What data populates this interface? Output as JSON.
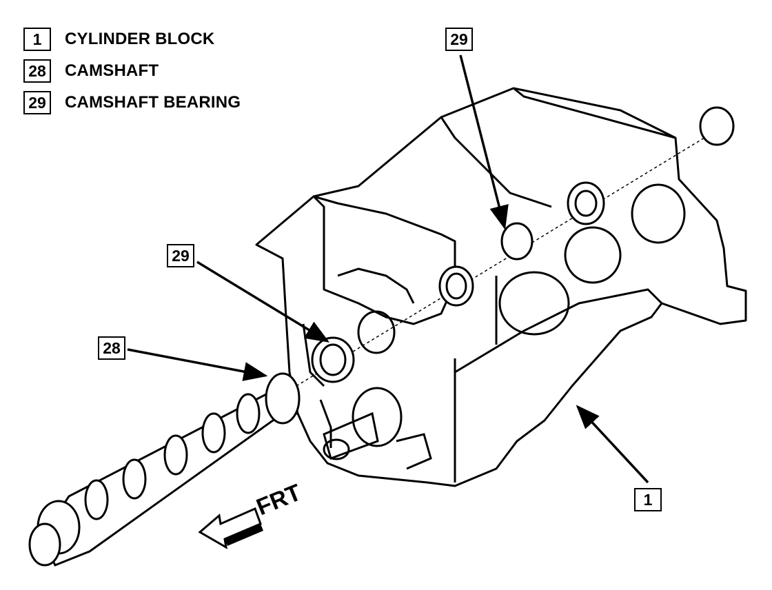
{
  "legend": [
    {
      "number": "1",
      "label": "CYLINDER BLOCK"
    },
    {
      "number": "28",
      "label": "CAMSHAFT"
    },
    {
      "number": "29",
      "label": "CAMSHAFT BEARING"
    }
  ],
  "callouts": {
    "bearing_rear": "29",
    "bearing_front": "29",
    "camshaft": "28",
    "block": "1"
  },
  "direction_label": "FRT"
}
